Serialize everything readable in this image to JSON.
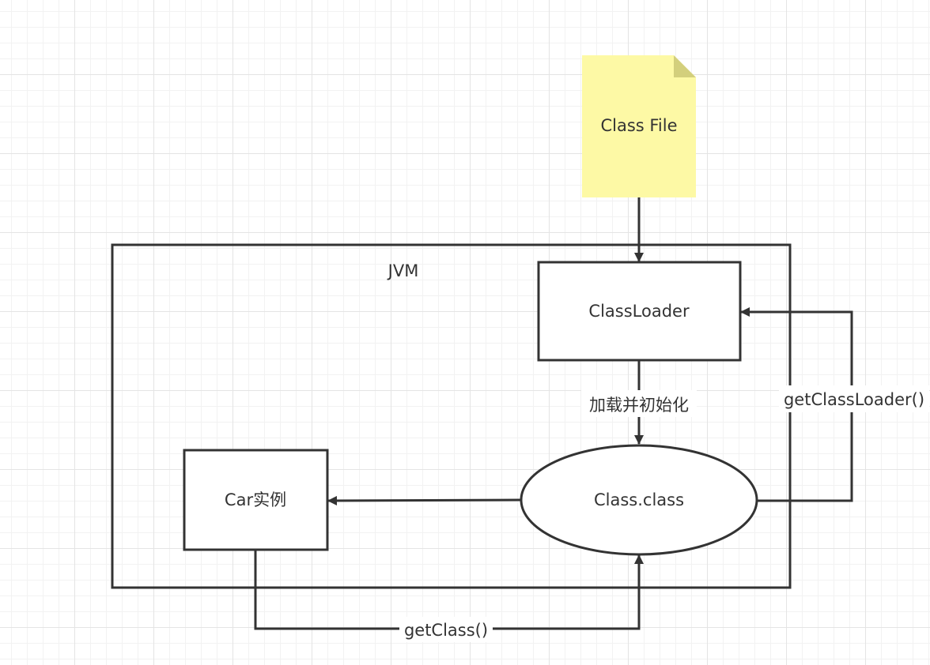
{
  "diagram": {
    "class_file": {
      "label": "Class File"
    },
    "jvm": {
      "label": "JVM"
    },
    "class_loader": {
      "label": "ClassLoader"
    },
    "class_object": {
      "label": "Class.class"
    },
    "car_instance": {
      "label": "Car实例"
    },
    "edges": {
      "load_and_init": "加载并初始化",
      "get_class_loader": "getClassLoader()",
      "get_class": "getClass()"
    }
  },
  "colors": {
    "stroke": "#333333",
    "note_fill": "#fdf9a5",
    "note_fold": "#d3cf7c",
    "grid": "#e4e4e4"
  }
}
